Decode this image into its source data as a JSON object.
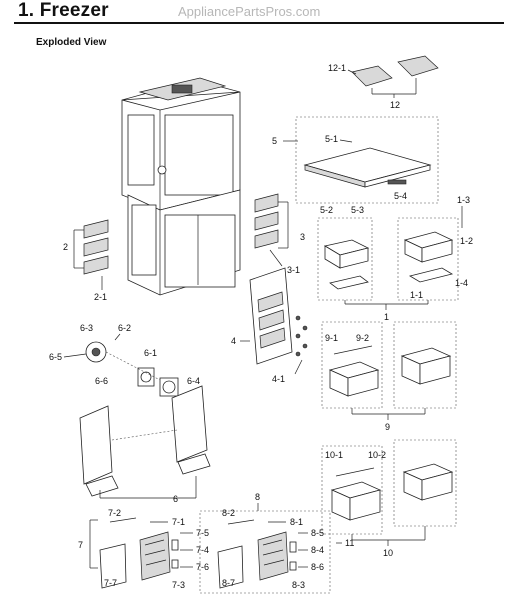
{
  "header": {
    "title": "1.  Freezer",
    "brand": "AppliancePartsPros.com",
    "subtitle": "Exploded View"
  },
  "callouts": {
    "c12_1": "12-1",
    "c12": "12",
    "c5": "5",
    "c5_1": "5-1",
    "c5_2": "5-2",
    "c5_3": "5-3",
    "c5_4": "5-4",
    "c1_3": "1-3",
    "c1_2": "1-2",
    "c1_1": "1-1",
    "c1_4": "1-4",
    "c1": "1",
    "c2": "2",
    "c2_1": "2-1",
    "c3": "3",
    "c3_1": "3-1",
    "c4": "4",
    "c4_1": "4-1",
    "c6_3": "6-3",
    "c6_2": "6-2",
    "c6_5": "6-5",
    "c6_1": "6-1",
    "c6_6": "6-6",
    "c6_4": "6-4",
    "c6": "6",
    "c9_1": "9-1",
    "c9_2": "9-2",
    "c9": "9",
    "c10_1": "10-1",
    "c10_2": "10-2",
    "c10": "10",
    "c11": "11",
    "c7_2": "7-2",
    "c7_1": "7-1",
    "c7_5": "7-5",
    "c7": "7",
    "c7_4": "7-4",
    "c7_6": "7-6",
    "c7_7": "7-7",
    "c7_3": "7-3",
    "c8": "8",
    "c8_2": "8-2",
    "c8_1": "8-1",
    "c8_5": "8-5",
    "c8_4": "8-4",
    "c8_6": "8-6",
    "c8_7": "8-7",
    "c8_3": "8-3"
  }
}
